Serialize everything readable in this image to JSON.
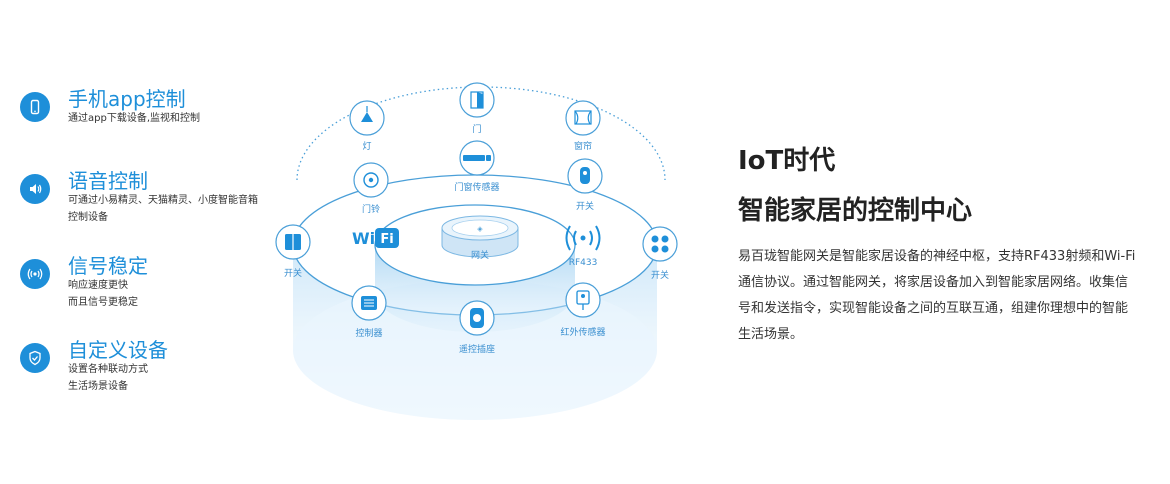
{
  "features": [
    {
      "icon": "phone-icon",
      "title": "手机app控制",
      "desc": "通过app下载设备,监视和控制"
    },
    {
      "icon": "speaker-icon",
      "title": "语音控制",
      "desc": "可通过小易精灵、天猫精灵、小度智能音箱控制设备"
    },
    {
      "icon": "signal-icon",
      "title": "信号稳定",
      "desc_lines": [
        "响应速度更快",
        "而且信号更稳定"
      ]
    },
    {
      "icon": "shield-icon",
      "title": "自定义设备",
      "desc_lines": [
        "设置各种联动方式",
        "生活场景设备"
      ]
    }
  ],
  "diagram": {
    "center_label": "网关",
    "wifi_word": "Wi",
    "wifi_tag": "Fi",
    "rf_label": "RF433",
    "outer_devices": [
      "灯",
      "门",
      "窗帘"
    ],
    "ring_devices": [
      "门窗传感器",
      "门铃",
      "开关",
      "开关",
      "开关",
      "控制器",
      "遥控插座",
      "红外传感器"
    ]
  },
  "right": {
    "title_line1": "IoT时代",
    "title_line2": "智能家居的控制中心",
    "description": "易百珑智能网关是智能家居设备的神经中枢，支持RF433射频和Wi-Fi通信协议。通过智能网关，将家居设备加入到智能家居网络。收集信号和发送指令，实现智能设备之间的互联互通，组建你理想中的智能生活场景。"
  },
  "colors": {
    "accent": "#1e8fd9",
    "title": "#222222"
  }
}
